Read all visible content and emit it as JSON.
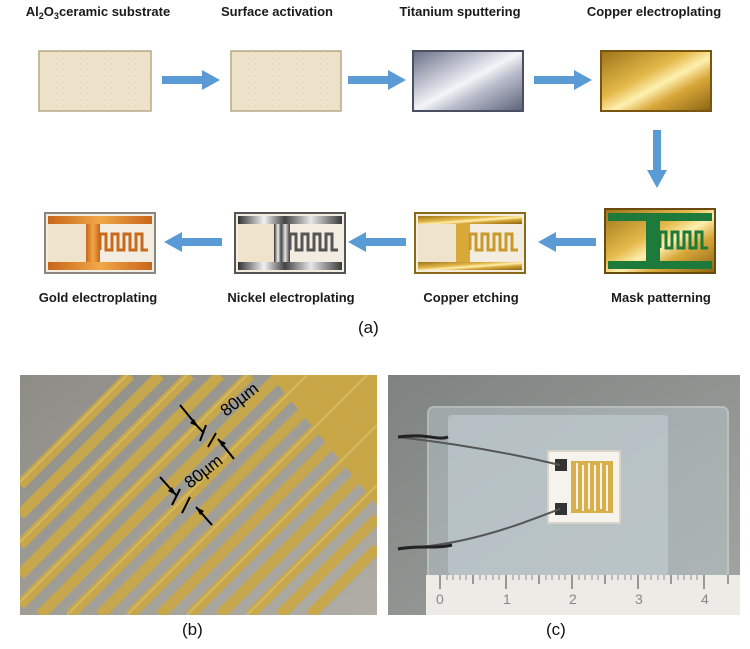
{
  "steps_row1": [
    {
      "label_pre": "Al",
      "label_sub1": "2",
      "label_mid": "O",
      "label_sub2": "3",
      "label_post": "ceramic substrate",
      "material": "ceramic"
    },
    {
      "label": "Surface activation",
      "material": "ceramic"
    },
    {
      "label": "Titanium sputtering",
      "material": "titanium"
    },
    {
      "label": "Copper electroplating",
      "material": "copper"
    }
  ],
  "steps_row2": [
    {
      "label": "Gold electroplating",
      "material": "gold"
    },
    {
      "label": "Nickel electroplating",
      "material": "nickel"
    },
    {
      "label": "Copper etching",
      "material": "copper-etched"
    },
    {
      "label": "Mask patterning",
      "material": "mask"
    }
  ],
  "captions": {
    "a": "(a)",
    "b": "(b)",
    "c": "(c)"
  },
  "micrograph": {
    "dimension_1": "80µm",
    "dimension_2": "80µm"
  },
  "ruler": {
    "ticks": [
      "0",
      "1",
      "2",
      "3",
      "4"
    ]
  },
  "colors": {
    "arrow": "#5b9bd5",
    "ceramic": "#efe3cc",
    "copper": "#d8a93a",
    "gold_pad": "#d3822a",
    "mask_green": "#1d7a3a",
    "micrograph_bg": "#9a9890",
    "photo_bg": "#8c8f8c"
  }
}
